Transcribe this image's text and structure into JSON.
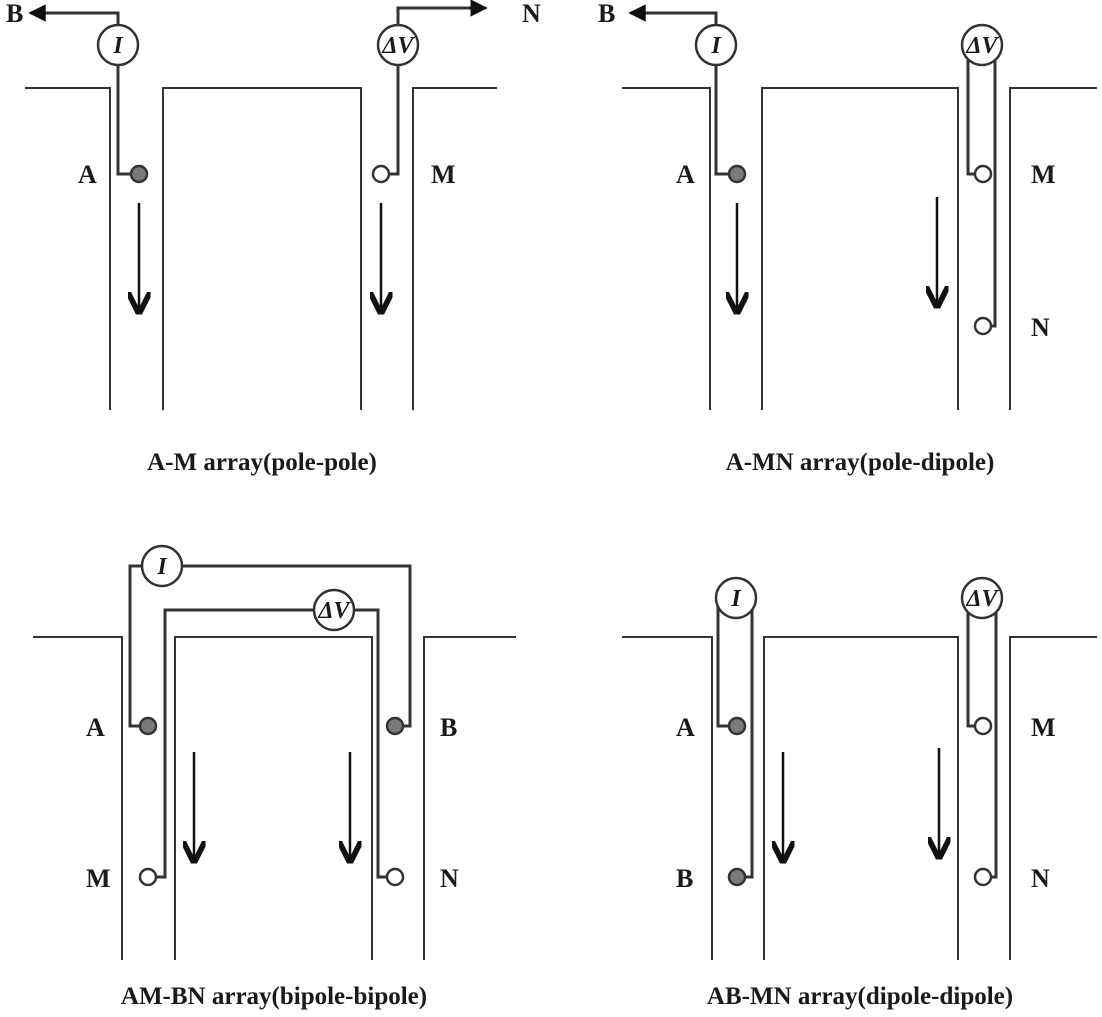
{
  "panels": [
    {
      "id": "pole-pole",
      "caption": "A-M array(pole-pole)",
      "labels": [
        "B",
        "N",
        "A",
        "M"
      ],
      "meters": [
        "I",
        "ΔV"
      ]
    },
    {
      "id": "pole-dipole",
      "caption": "A-MN array(pole-dipole)",
      "labels": [
        "B",
        "A",
        "M",
        "N"
      ],
      "meters": [
        "I",
        "ΔV"
      ]
    },
    {
      "id": "bipole-bipole",
      "caption": "AM-BN array(bipole-bipole)",
      "labels": [
        "A",
        "B",
        "M",
        "N"
      ],
      "meters": [
        "I",
        "ΔV"
      ]
    },
    {
      "id": "dipole-dipole",
      "caption": "AB-MN array(dipole-dipole)",
      "labels": [
        "A",
        "M",
        "B",
        "N"
      ],
      "meters": [
        "I",
        "ΔV"
      ]
    }
  ],
  "legend": {
    "current_electrode_color": "#7a7a7a",
    "potential_electrode_color": "#ffffff",
    "line_color": "#333333"
  }
}
